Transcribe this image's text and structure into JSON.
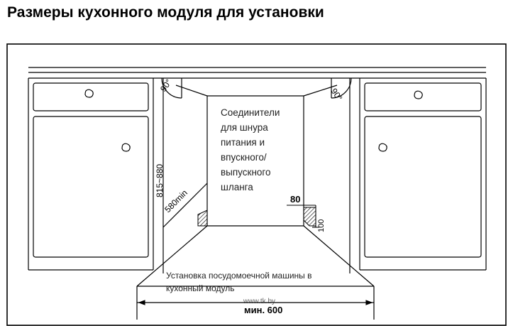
{
  "title": "Размеры кухонного модуля для установки",
  "labels": {
    "connectors": [
      "Соединители",
      "для шнура",
      "питания и",
      "впускного/",
      "выпускного",
      "шланга"
    ],
    "height_range": "815~880",
    "depth_min": "580min",
    "angle_left": "90°",
    "angle_right": "90°",
    "dim_80": "80",
    "dim_100": "100",
    "install_note": [
      "Установка посудомоечной машины в",
      "кухонный модуль"
    ],
    "width_min": "мин. 600",
    "watermark": "www.tk.by"
  }
}
